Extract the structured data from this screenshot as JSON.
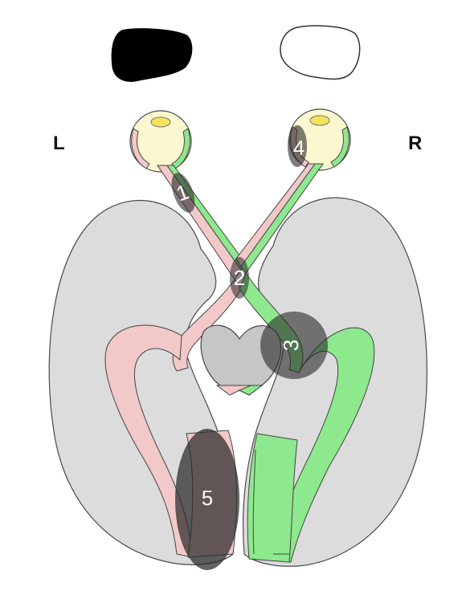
{
  "labels": {
    "left": "L",
    "right": "R"
  },
  "lesions": [
    {
      "number": "1"
    },
    {
      "number": "2"
    },
    {
      "number": "3"
    },
    {
      "number": "4"
    },
    {
      "number": "5"
    }
  ],
  "visual_field": {
    "left_eye_field": "blind",
    "right_eye_field": "normal"
  },
  "colors": {
    "left_pathway": "#f2c8c8",
    "right_pathway": "#8ee88e",
    "brain": "#dedede",
    "eyeball": "#fdf7cf",
    "lens": "#f4e45a",
    "lesion_shade": "rgba(40,40,40,0.65)",
    "outline": "#3a3a3a"
  }
}
